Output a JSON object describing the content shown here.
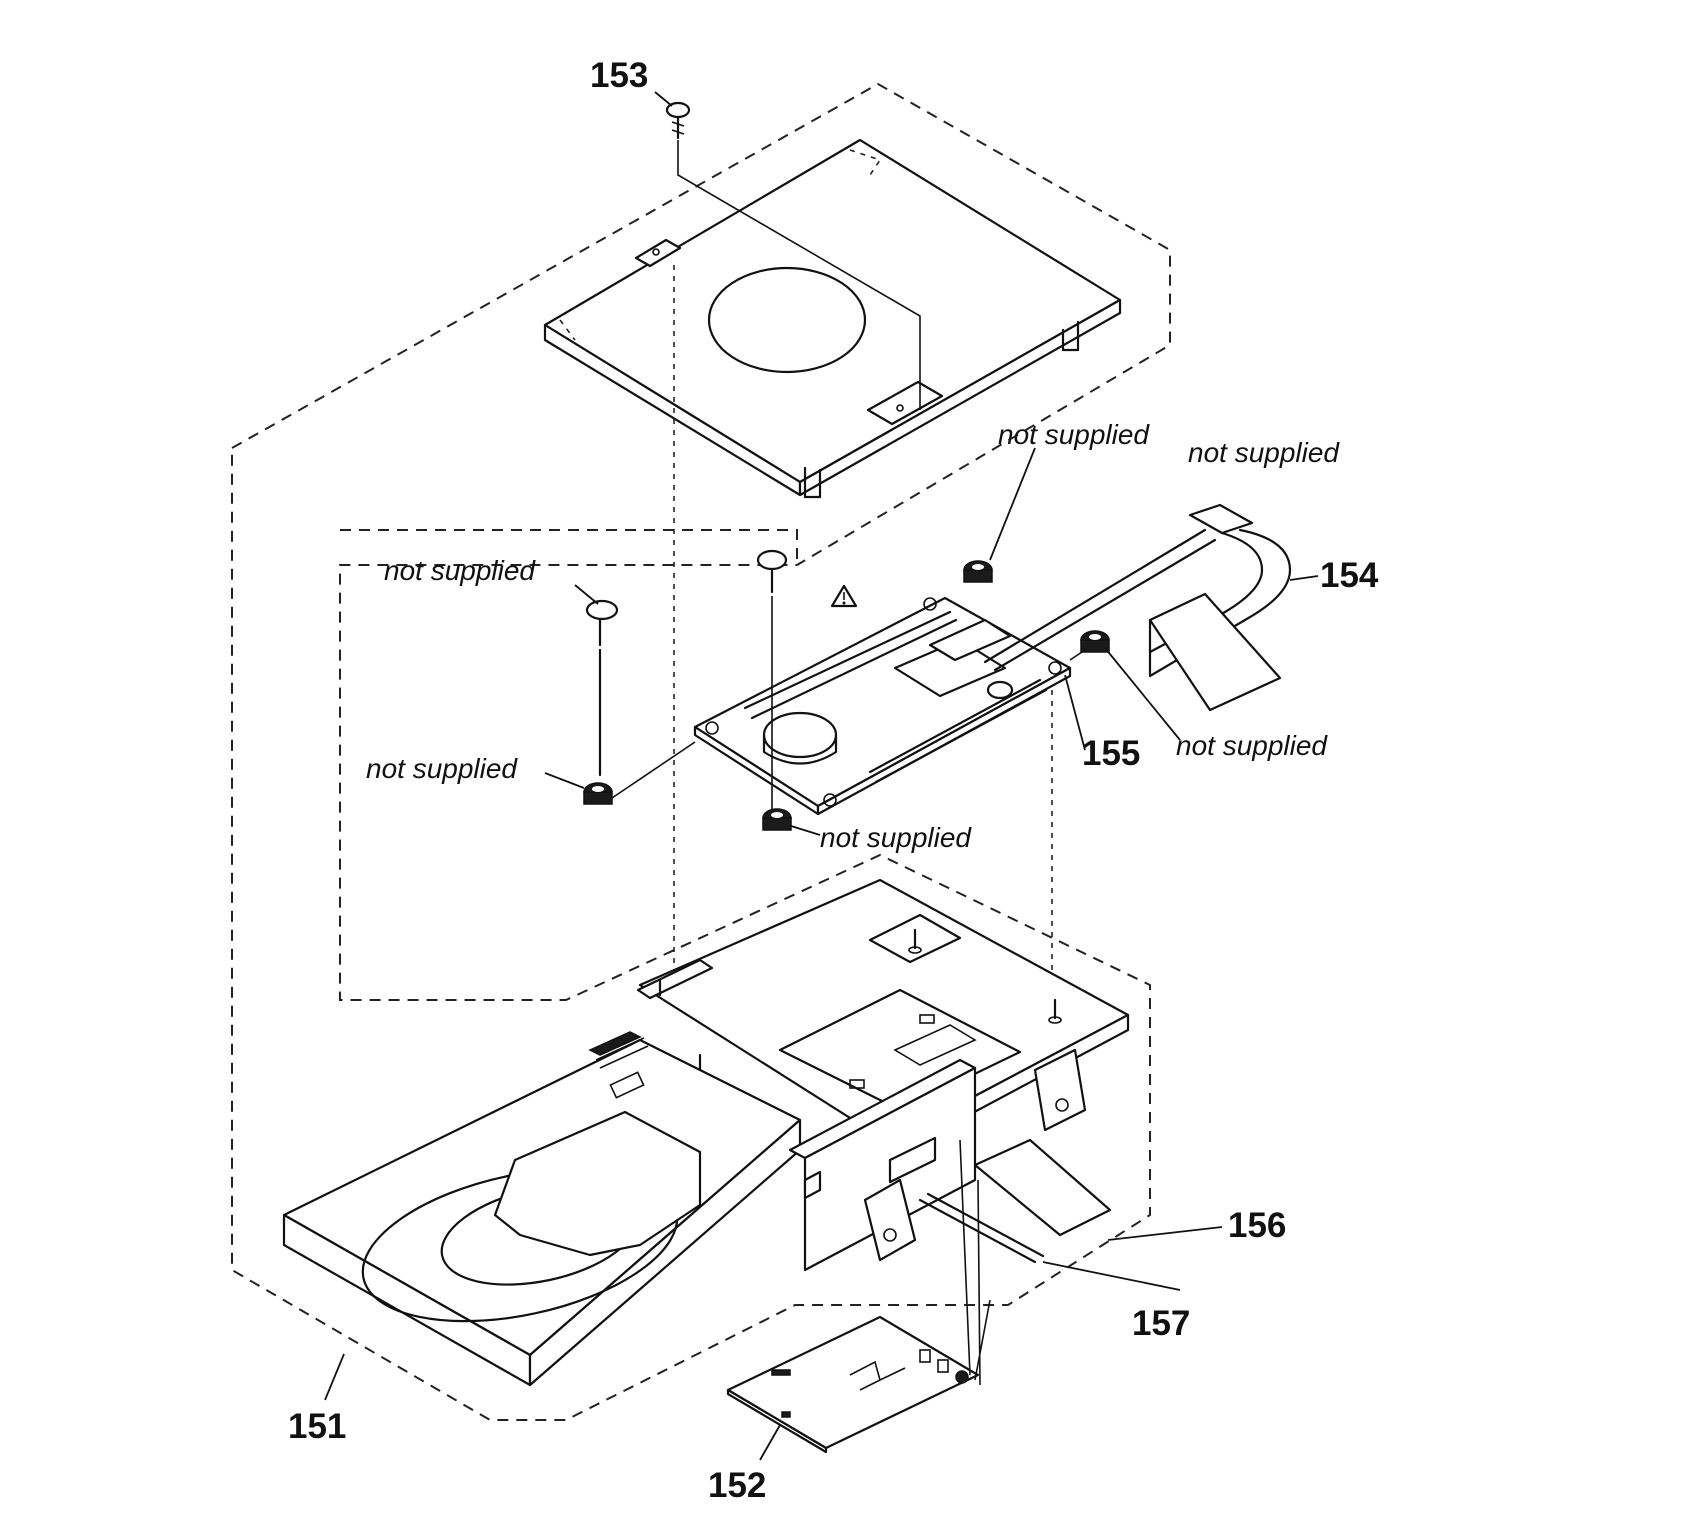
{
  "diagram": {
    "callouts": {
      "p151": "151",
      "p152": "152",
      "p153": "153",
      "p154": "154",
      "p155": "155",
      "p156": "156",
      "p157": "157"
    },
    "notes": {
      "not_supplied_1": "not supplied",
      "not_supplied_2": "not supplied",
      "not_supplied_3": "not supplied",
      "not_supplied_4": "not supplied",
      "not_supplied_5": "not supplied",
      "not_supplied_6": "not supplied"
    },
    "warning_symbol": "warning-triangle"
  }
}
